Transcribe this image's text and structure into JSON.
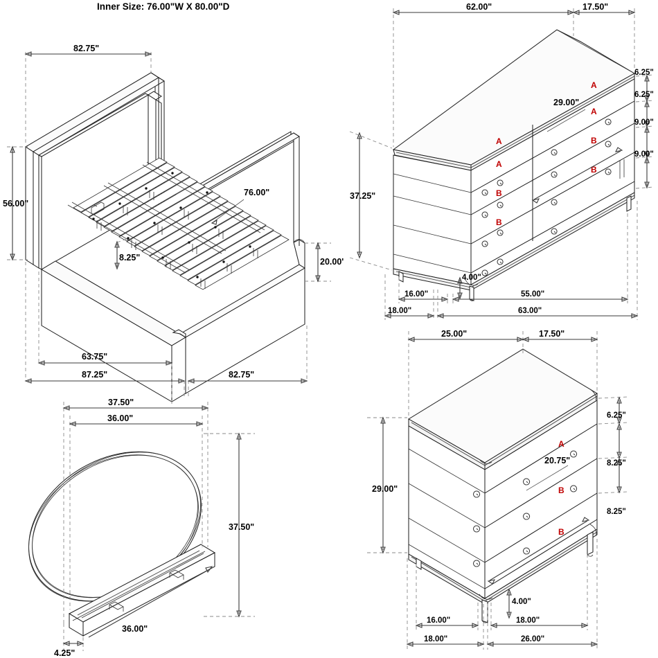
{
  "page": {
    "title": "Inner Size: 76.00\"W X  80.00\"D",
    "background": "#ffffff",
    "line_color": "#1a1a1a",
    "dimension_color": "#3a3a3a",
    "label_color": "#c00000"
  },
  "bed": {
    "name": "platform-bed",
    "dimensions": {
      "headboard_width": "82.75\"",
      "headboard_height": "56.00\"",
      "slat_height": "8.25\"",
      "mattress_width_callout": "76.00\"",
      "footboard_height": "20.00'",
      "interior_length": "63.75\"",
      "overall_length": "87.25\"",
      "overall_width": "82.75\""
    }
  },
  "dresser": {
    "name": "eight-drawer-dresser",
    "dimensions": {
      "top_front": "62.00\"",
      "top_side": "17.50\"",
      "drawer_h1": "6.25\"",
      "drawer_h2": "6.25\"",
      "drawer_h3": "9.00\"",
      "drawer_h4": "9.00\"",
      "drawer_width_callout": "29.00\"",
      "height": "37.25\"",
      "leg_height": "4.00\"",
      "base_side": "16.00\"",
      "base_front": "55.00\"",
      "overall_side": "18.00\"",
      "overall_front": "63.00\""
    },
    "drawer_labels_left": [
      "A",
      "A",
      "B",
      "B"
    ],
    "drawer_labels_right": [
      "A",
      "A",
      "B",
      "B"
    ]
  },
  "mirror": {
    "name": "round-mirror",
    "dimensions": {
      "overall_width": "37.50\"",
      "glass_width": "36.00\"",
      "overall_height": "37.50\"",
      "base_length": "36.00\"",
      "base_depth": "4.25\""
    }
  },
  "nightstand": {
    "name": "three-drawer-nightstand",
    "dimensions": {
      "top_front": "25.00\"",
      "top_side": "17.50\"",
      "drawer_h1": "6.25\"",
      "drawer_h2": "8.25\"",
      "drawer_h3": "8.25\"",
      "drawer_width_callout": "20.75\"",
      "height": "29.00\"",
      "leg_height": "4.00\"",
      "base_side": "16.00\"",
      "base_front": "18.00\"",
      "overall_side": "18.00\"",
      "overall_front": "26.00\""
    },
    "drawer_labels": [
      "A",
      "B",
      "B"
    ]
  }
}
